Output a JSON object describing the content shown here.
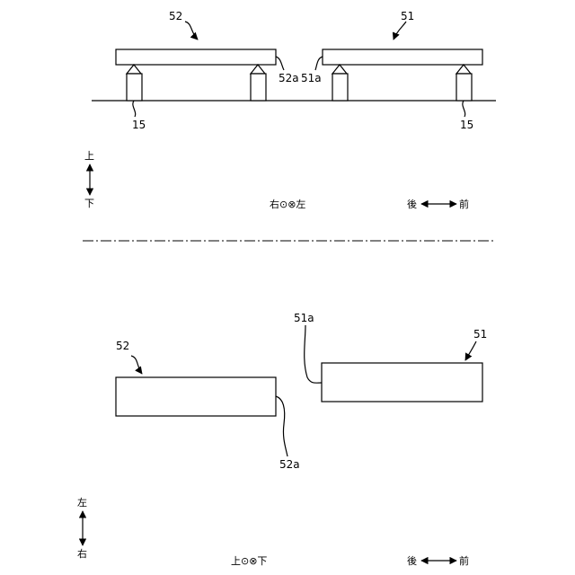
{
  "side_view": {
    "plate_right_label": "52",
    "plate_left_label": "51",
    "edge_label_52a": "52a",
    "edge_label_51a": "51a",
    "support_label_left": "15",
    "support_label_right": "15",
    "dir_up": "上",
    "dir_down": "下",
    "dir_lr": "右⊙⊗左",
    "dir_back": "後",
    "dir_front": "前"
  },
  "top_view": {
    "plate_right_label": "52",
    "plate_left_label": "51",
    "edge_label_52a": "52a",
    "edge_label_51a": "51a",
    "dir_left": "左",
    "dir_right": "右",
    "dir_ud": "上⊙⊗下",
    "dir_back": "後",
    "dir_front": "前"
  }
}
